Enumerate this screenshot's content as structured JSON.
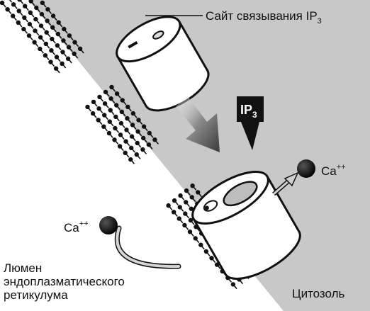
{
  "labels": {
    "binding_site": {
      "text": "Сайт связывания IP",
      "subscript": "3"
    },
    "ip3_tag": {
      "text": "IP",
      "subscript": "3"
    },
    "calcium_right": {
      "text": "Ca",
      "superscript": "++"
    },
    "calcium_left": {
      "text": "Ca",
      "superscript": "++"
    },
    "lumen": [
      "Люмен",
      "эндоплазматического",
      "ретикулума"
    ],
    "cytosol": "Цитозоль"
  },
  "colors": {
    "cytosol_background": "#c8c8c8",
    "lumen_background": "#ffffff",
    "lipid": "#111111",
    "channel_fill": "#ffffff",
    "channel_stroke": "#111111",
    "movement_arrow": "#444444",
    "ion": "#0a0a0a",
    "ip3_tag": "#111111",
    "flow_arrow": "#d6d6d6"
  },
  "icons": {
    "movement_arrow": "gradient-arrow-down-right",
    "ion": "filled-circle",
    "ip3": "black-tag-pointer",
    "ion_flow": "curved-arrow"
  }
}
